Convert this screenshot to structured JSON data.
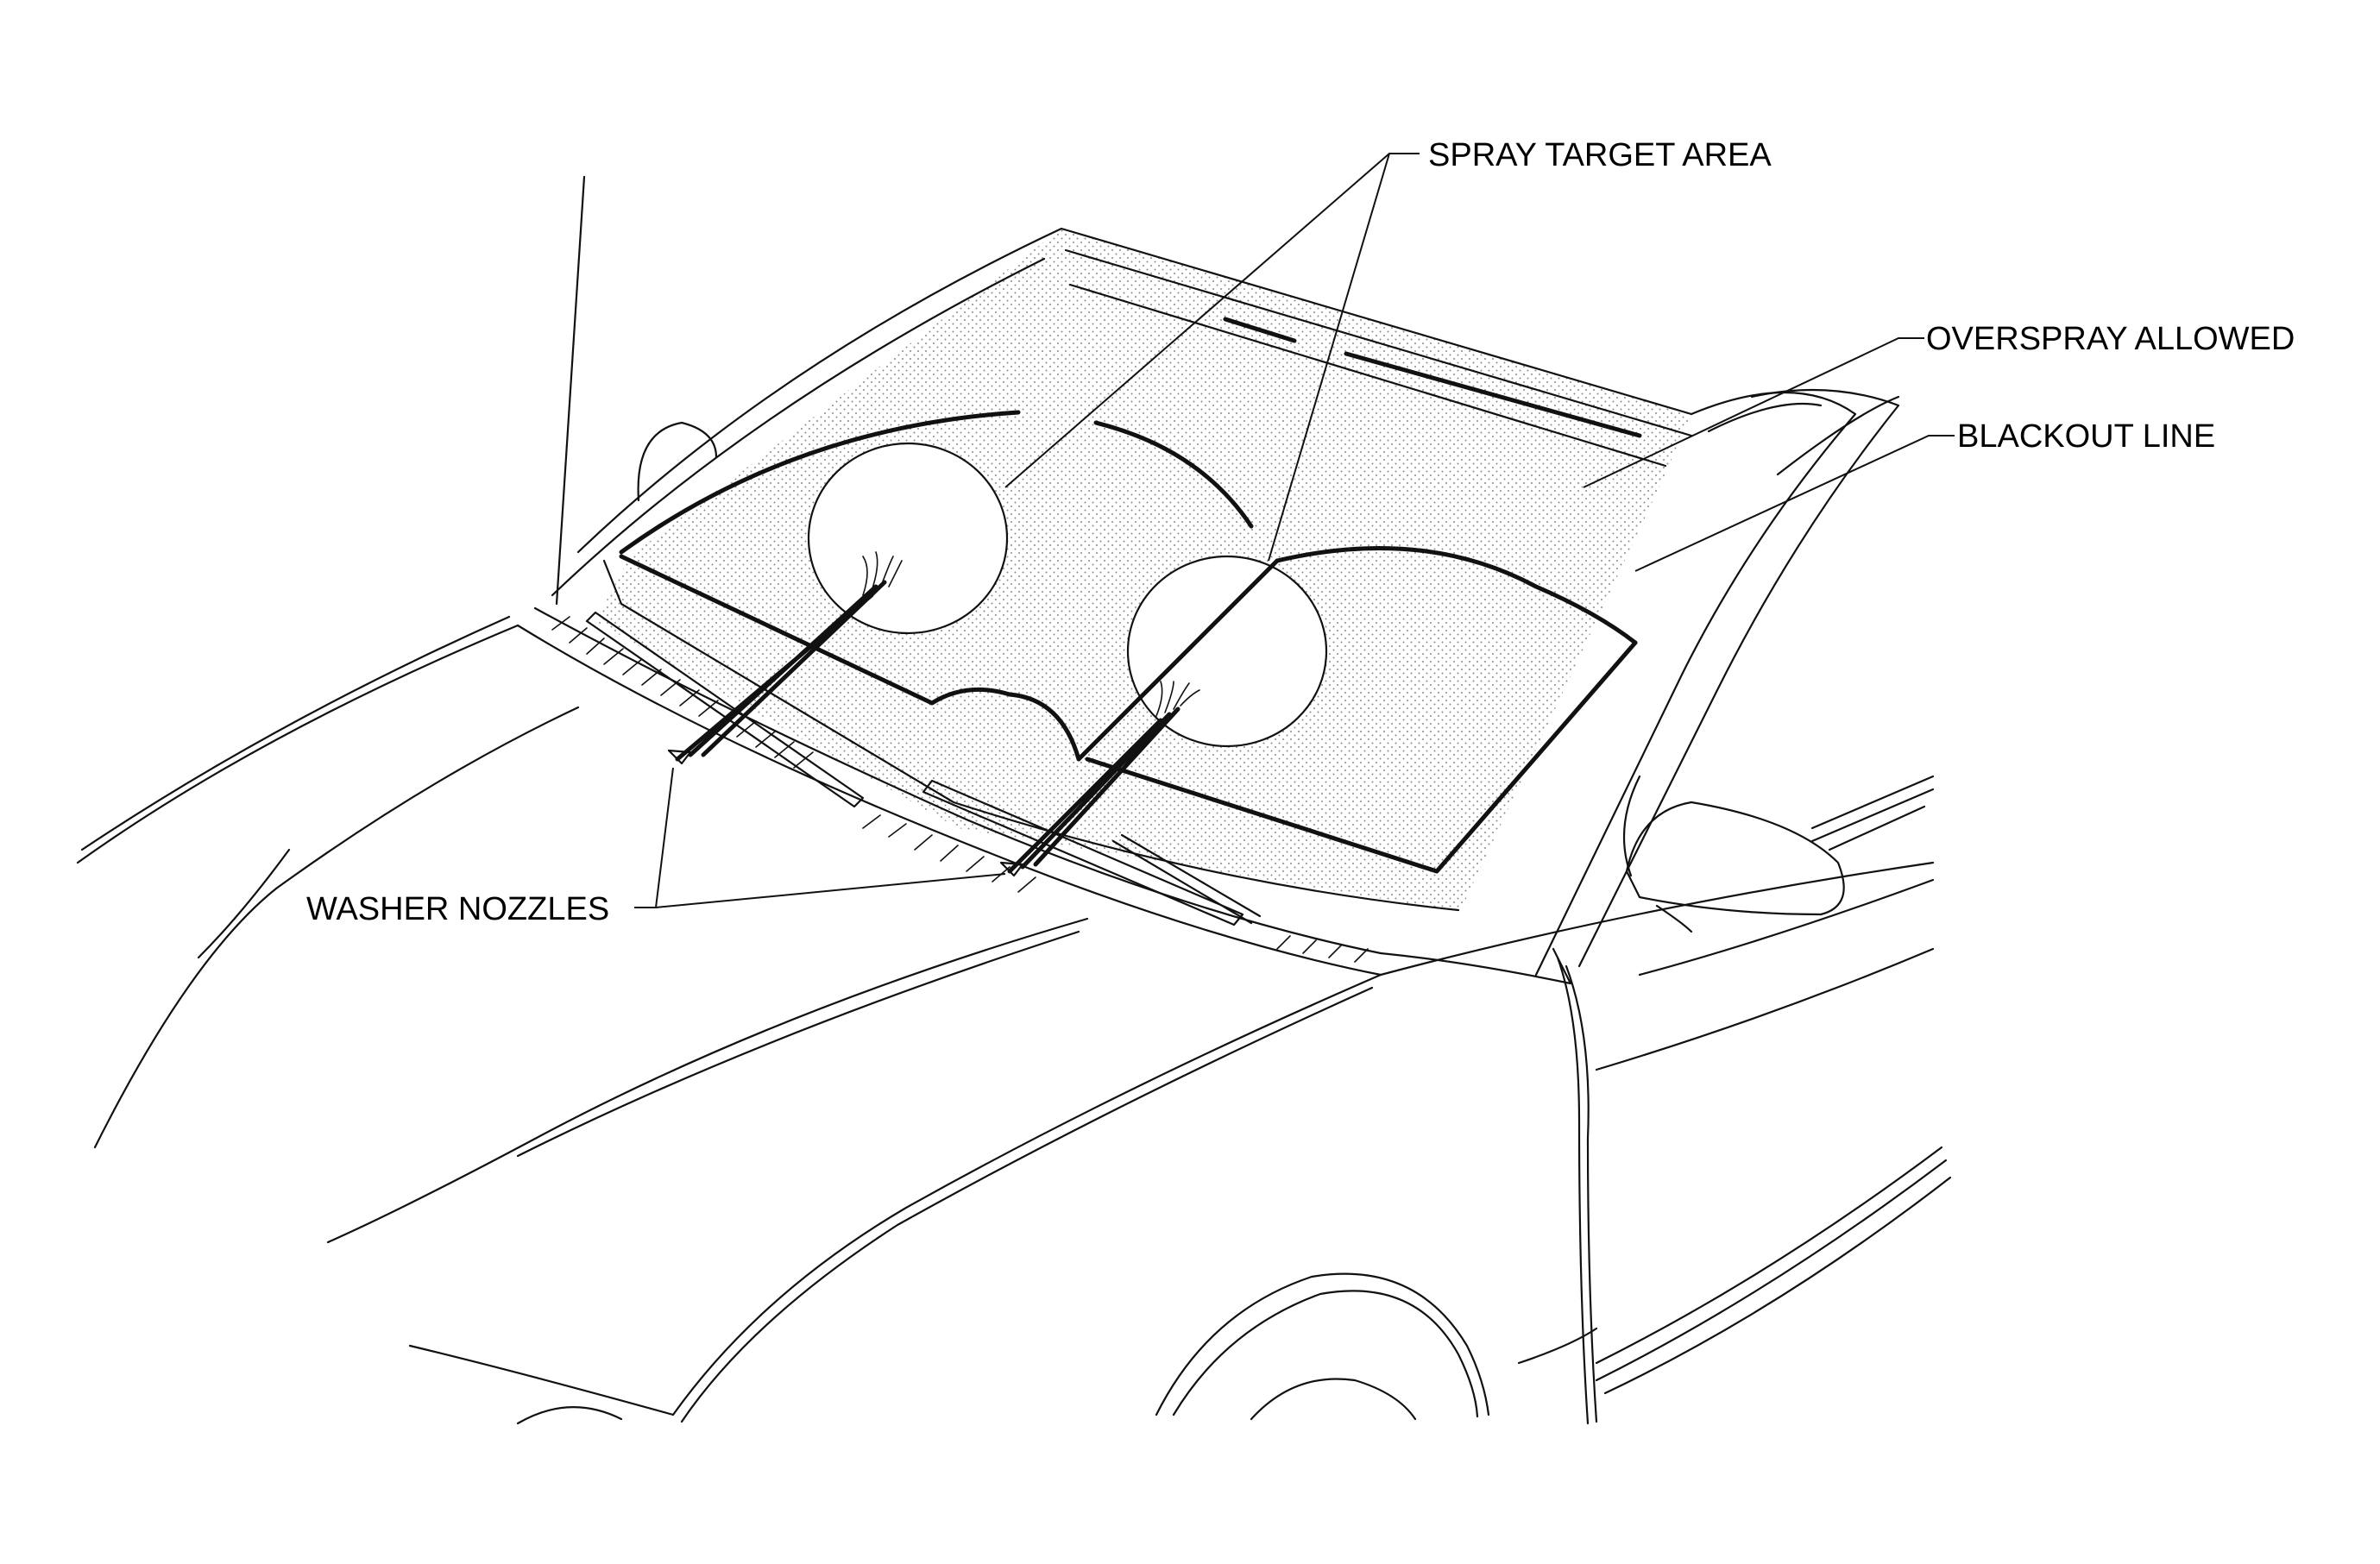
{
  "labels": {
    "spray_target_area": "SPRAY TARGET AREA",
    "overspray_allowed": "OVERSPRAY ALLOWED",
    "blackout_line": "BLACKOUT LINE",
    "washer_nozzles": "WASHER NOZZLES"
  },
  "colors": {
    "line": "#111111",
    "stipple": "#8a8a8a",
    "background": "#ffffff"
  }
}
